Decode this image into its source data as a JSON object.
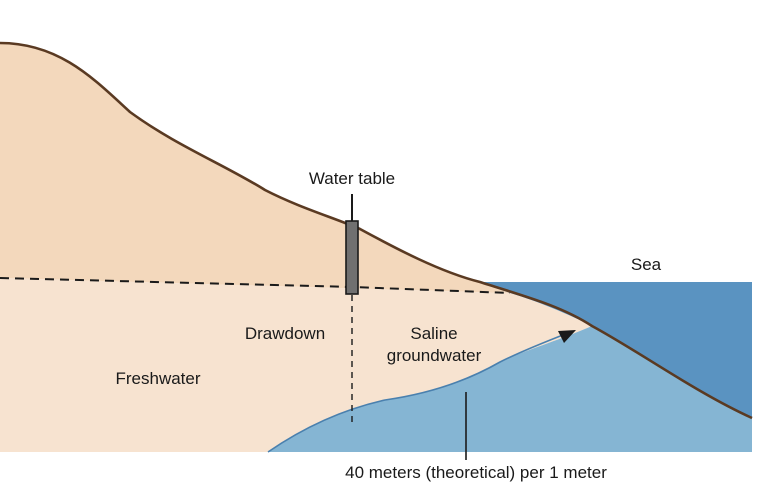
{
  "labels": {
    "water_table": "Water table",
    "sea": "Sea",
    "drawdown": "Drawdown",
    "saline_line1": "Saline",
    "saline_line2": "groundwater",
    "freshwater": "Freshwater",
    "ratio_note": "40 meters (theoretical) per 1 meter"
  },
  "colors": {
    "land_upper": "#f3d8bc",
    "freshwater_zone": "#f7e3d0",
    "saline_water": "#85b5d3",
    "sea_water": "#5a93c1",
    "ground_line": "#5a3a22",
    "saline_boundary": "#4a80ae",
    "well_casing": "#707070",
    "line_dark": "#1a1a1a"
  }
}
